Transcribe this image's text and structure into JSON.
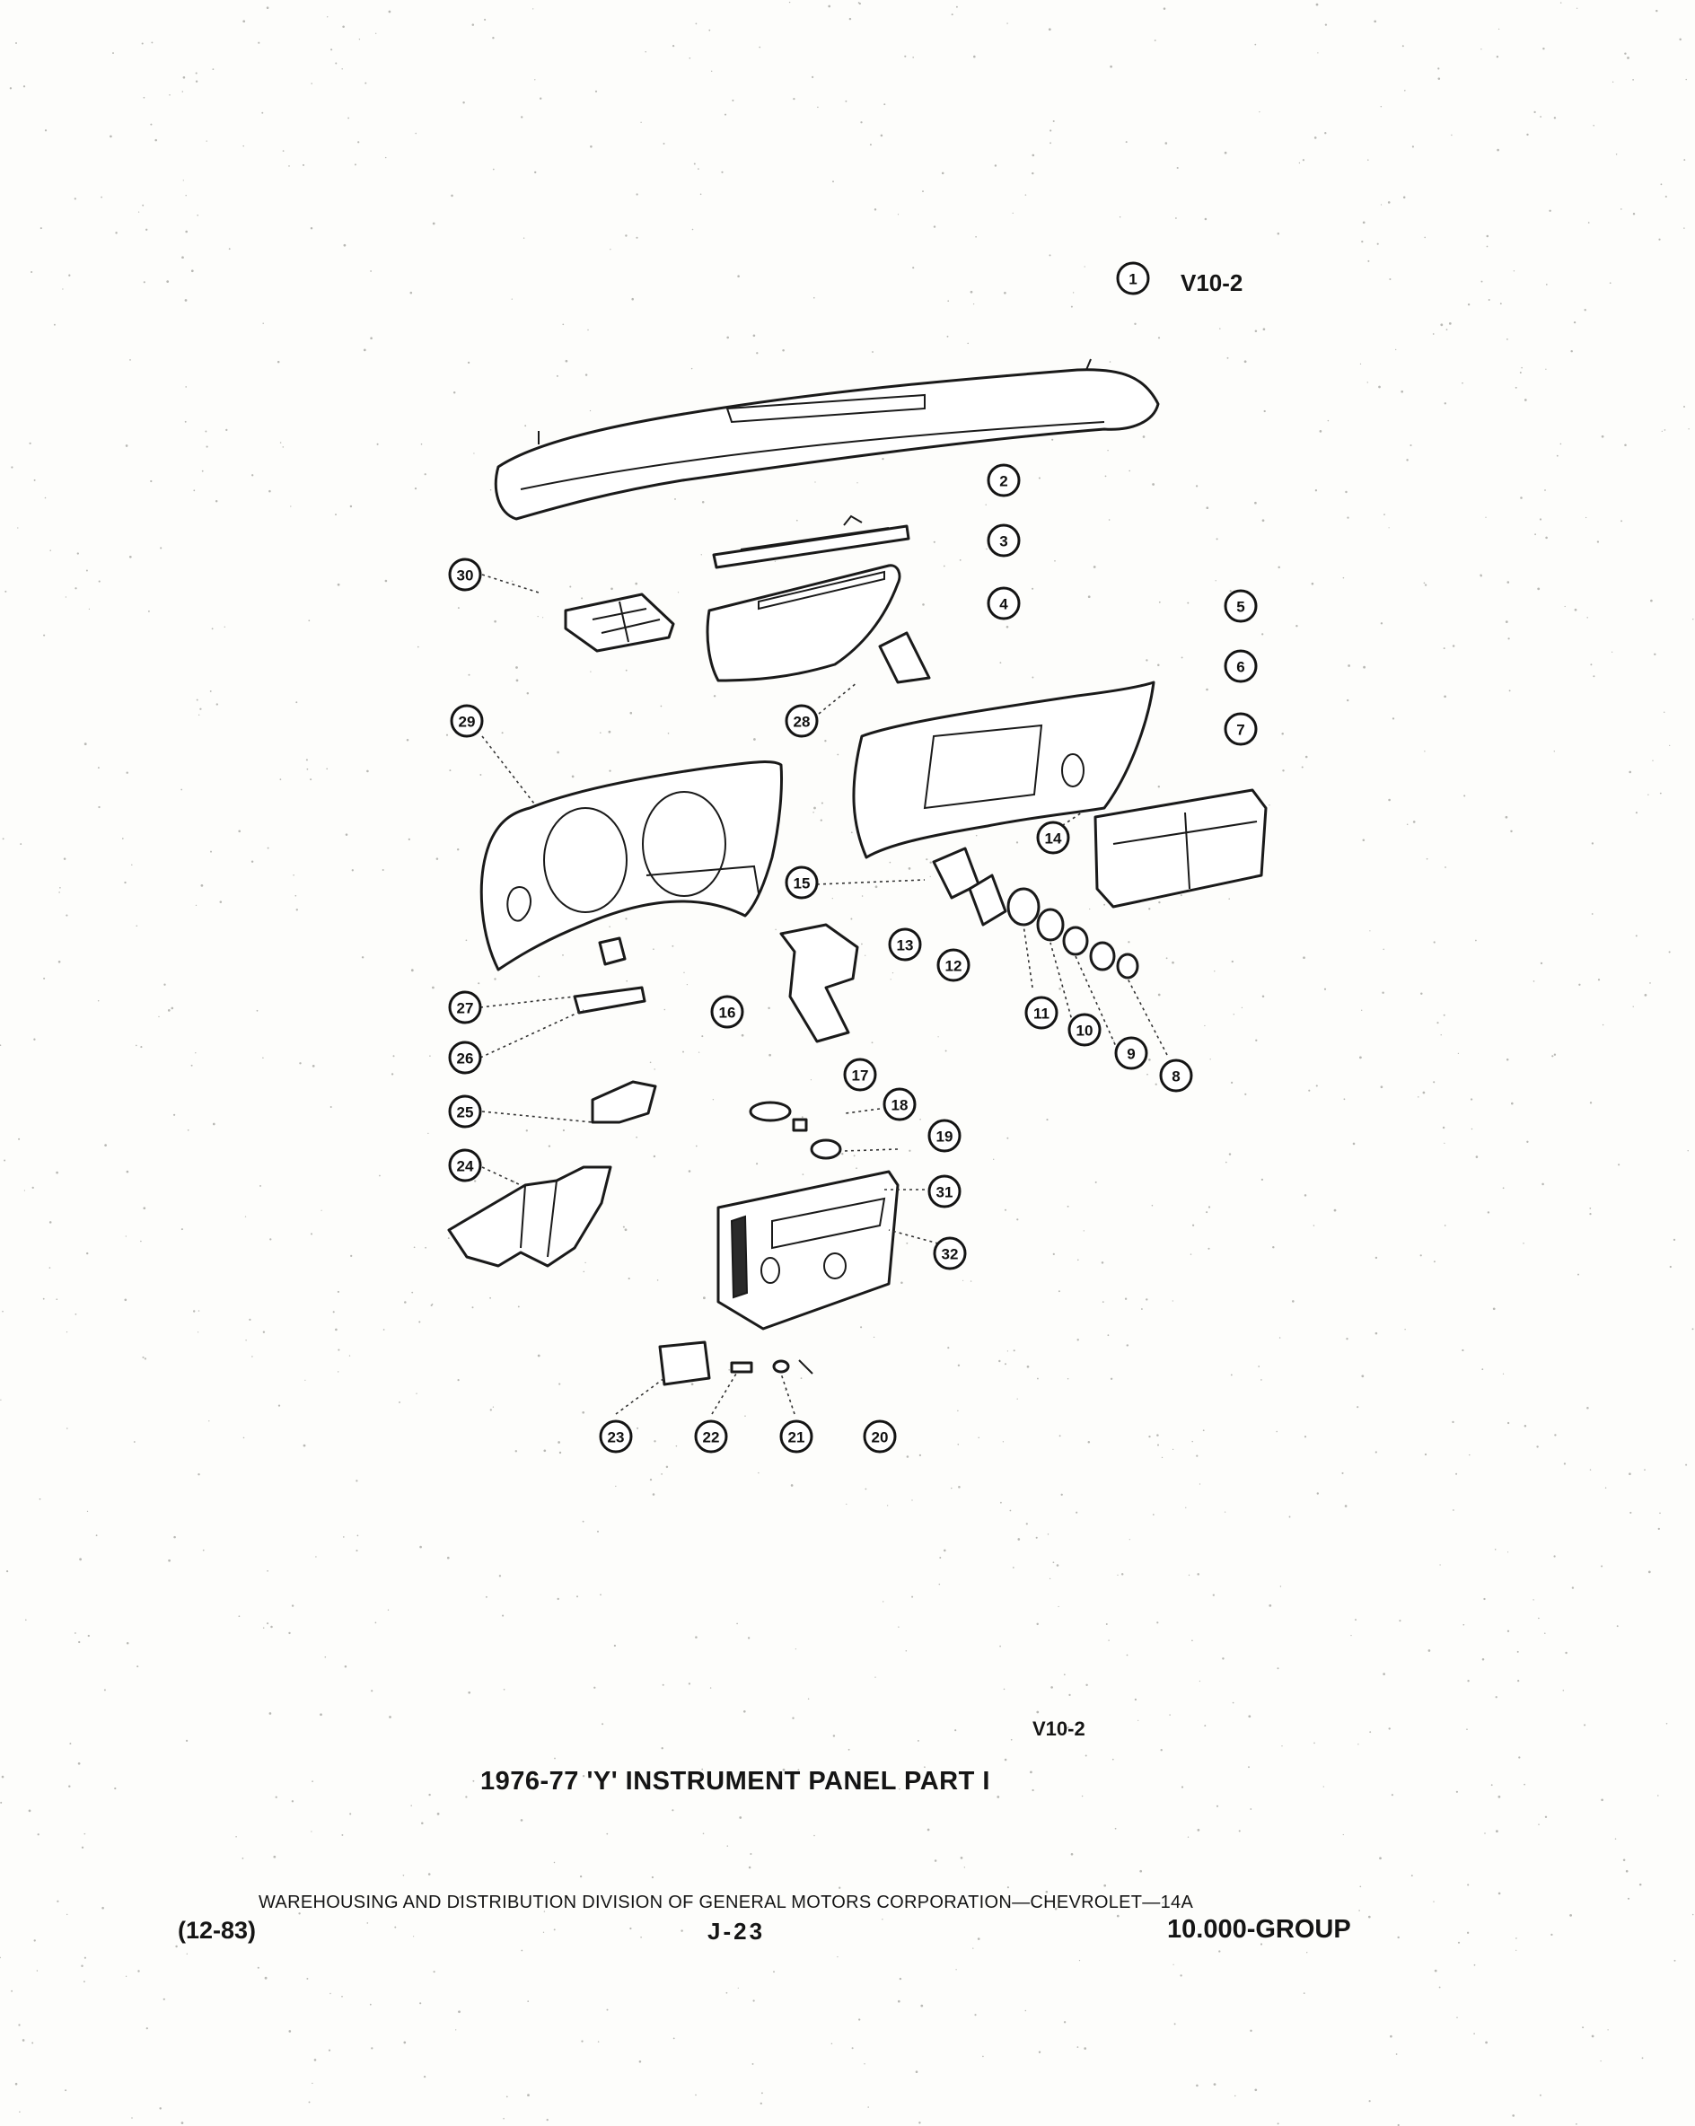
{
  "figure_ref_top": "V10-2",
  "figure_ref_bottom": "V10-2",
  "figure_title": "1976-77 'Y' INSTRUMENT PANEL PART I",
  "footer": {
    "division": "WAREHOUSING AND DISTRIBUTION DIVISION OF GENERAL MOTORS CORPORATION—CHEVROLET—14A",
    "date_code": "(12-83)",
    "page_number": "J-23",
    "group": "10.000-GROUP"
  },
  "callouts": [
    "1",
    "2",
    "3",
    "4",
    "5",
    "6",
    "7",
    "8",
    "9",
    "10",
    "11",
    "12",
    "13",
    "14",
    "15",
    "16",
    "17",
    "18",
    "19",
    "20",
    "21",
    "22",
    "23",
    "24",
    "25",
    "26",
    "27",
    "28",
    "29",
    "30",
    "31",
    "32"
  ]
}
